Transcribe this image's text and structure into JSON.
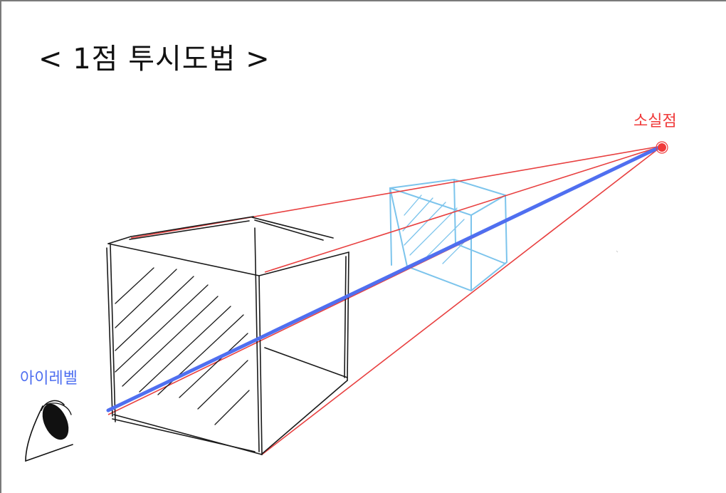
{
  "title": "< 1점 투시도법 >",
  "labels": {
    "vanishing_point": "소실점",
    "eye_level": "아이레벨"
  },
  "colors": {
    "vanishing_point": "#f03a3a",
    "eye_level": "#4f6ff0",
    "perspective_lines": "#e84040",
    "near_cube": "#1a1a1a",
    "far_cube": "#7cc4ec"
  },
  "icons": [
    "eye-icon"
  ]
}
